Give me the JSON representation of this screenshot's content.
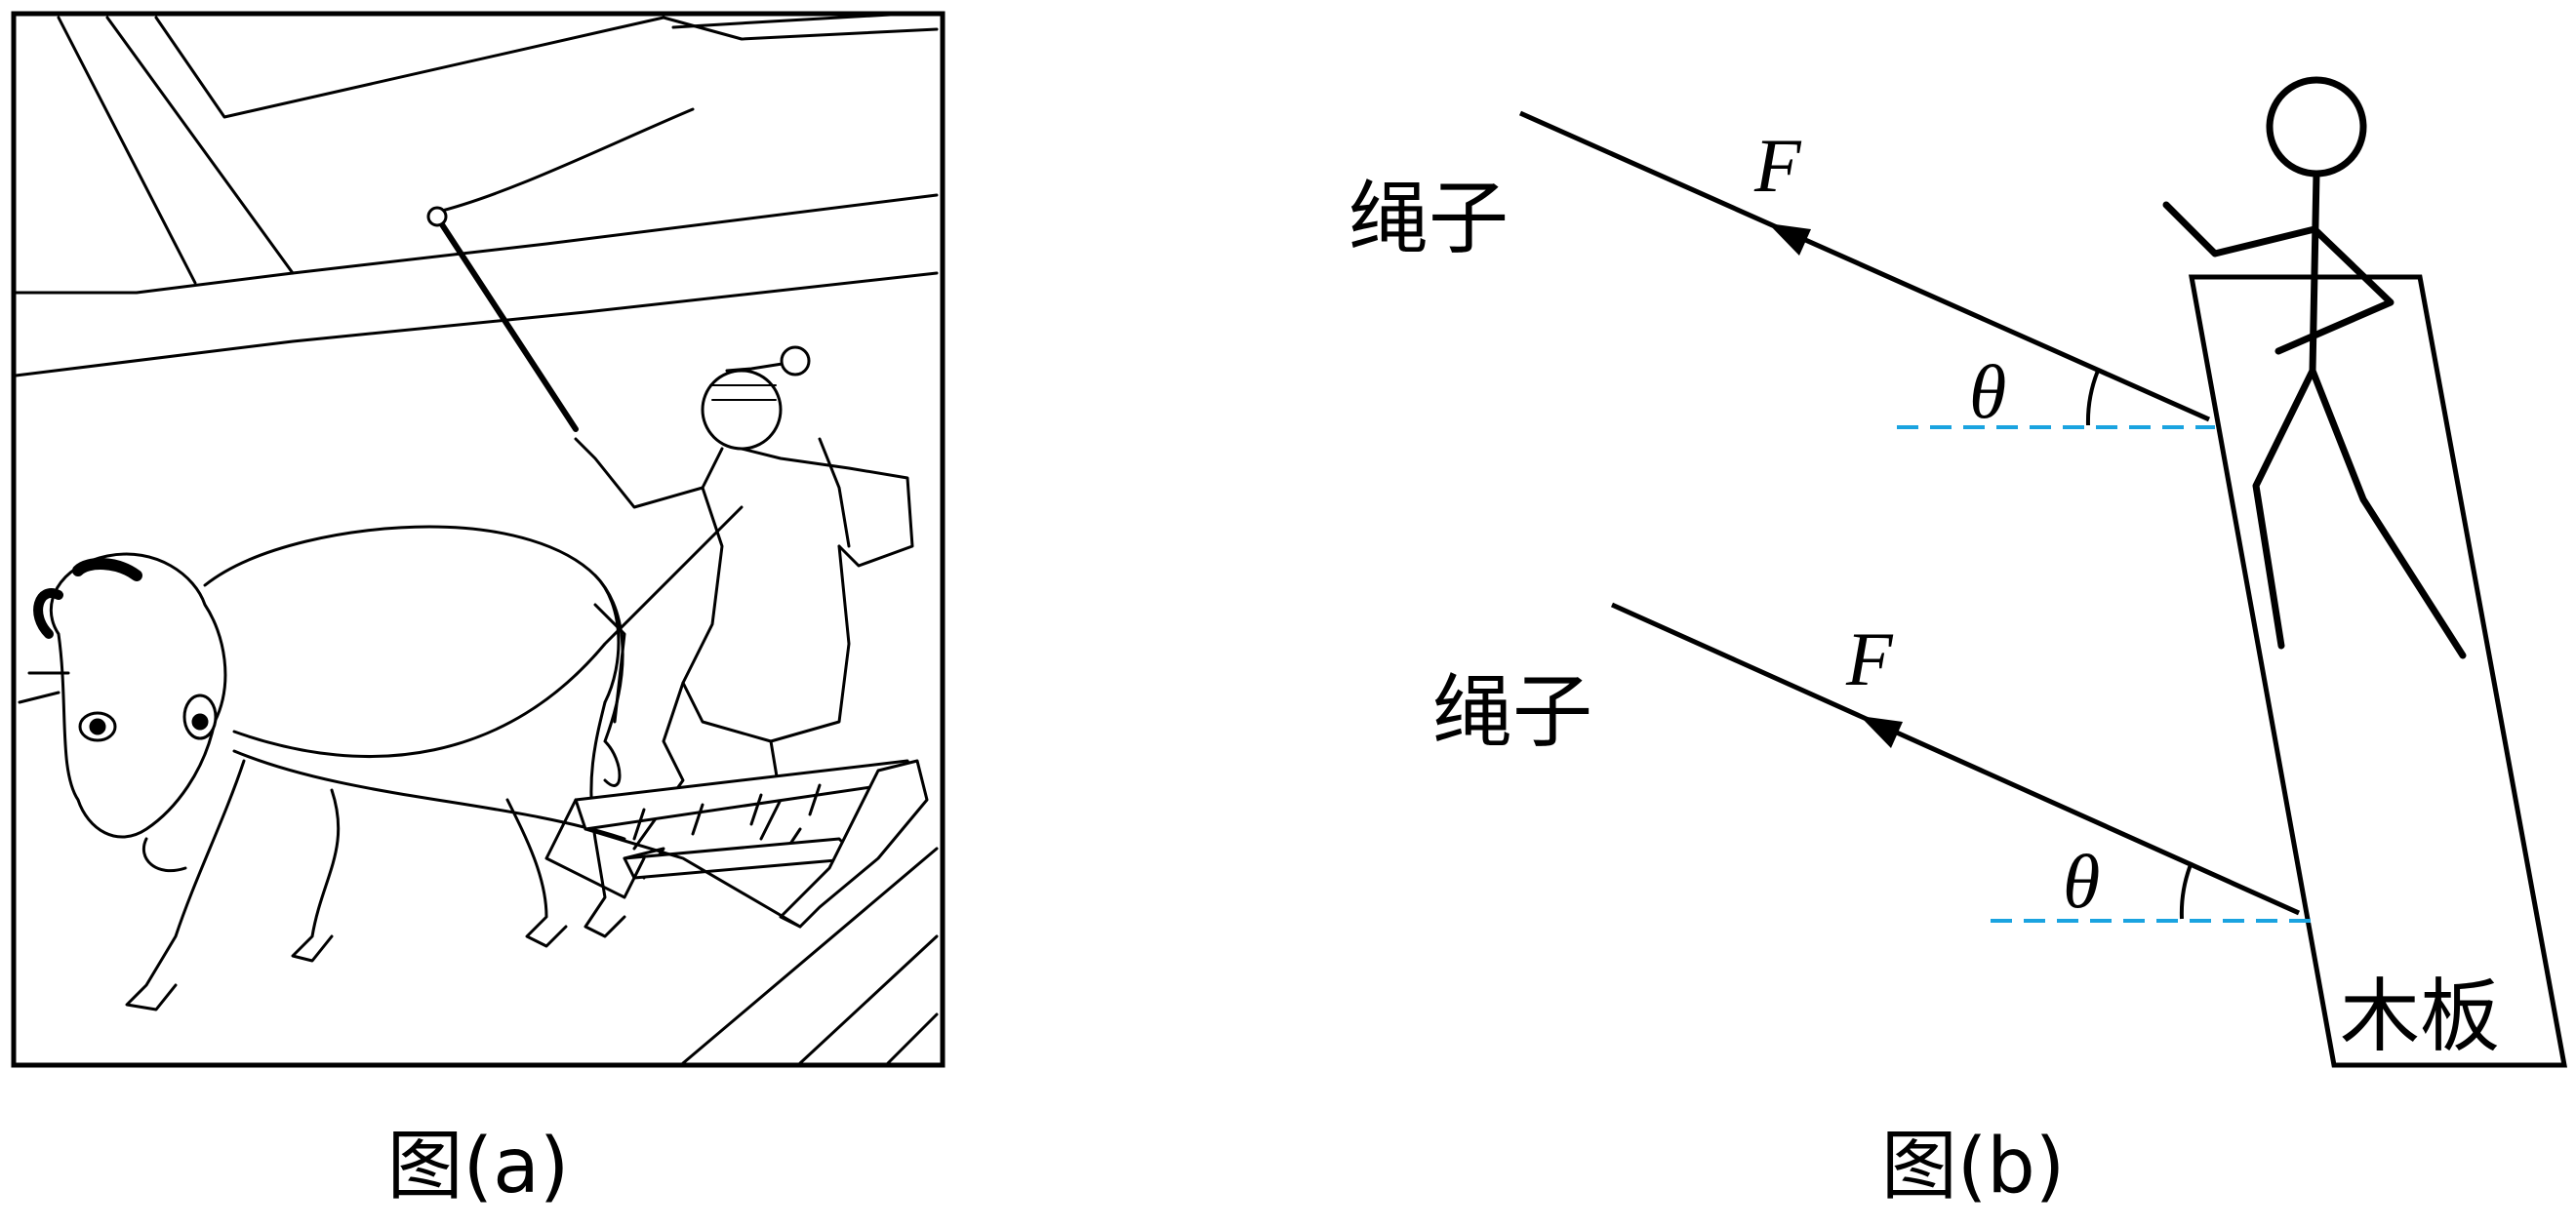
{
  "figure_a": {
    "caption": "图(a)"
  },
  "figure_b": {
    "caption": "图(b)",
    "upper_rope": {
      "label": "绳子",
      "force": "F",
      "angle": "θ"
    },
    "lower_rope": {
      "label": "绳子",
      "force": "F",
      "angle": "θ"
    },
    "board_label": "木板"
  },
  "colors": {
    "ink": "#000000",
    "dashed_line": "#1aa3e0",
    "background": "#ffffff"
  },
  "icons": [
    "ox-plowing-illustration",
    "stick-figure-person",
    "force-arrow"
  ]
}
